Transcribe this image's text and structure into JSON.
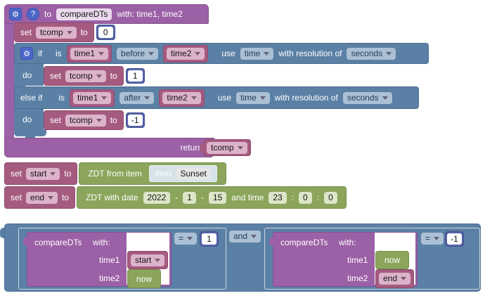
{
  "icons": {
    "gear": "⚙",
    "help": "?"
  },
  "colors": {
    "purple": "#9b60a5",
    "mauve": "#a55b80",
    "blue": "#5b80a5",
    "indigo": "#5563a8",
    "green": "#8ba55c",
    "field_steel": "#abc0d4"
  },
  "definition": {
    "to": "to",
    "name": "compareDTs",
    "params": "with: time1, time2",
    "init": {
      "set": "set",
      "var": "tcomp",
      "to": "to",
      "value": "0"
    },
    "if": {
      "if": "if",
      "cond1": {
        "is": "is",
        "a": "time1",
        "op": "before",
        "b": "time2",
        "use": "use",
        "unit": "time",
        "res": "with resolution of",
        "val": "seconds"
      },
      "do1": "do",
      "set1": {
        "set": "set",
        "var": "tcomp",
        "to": "to",
        "value": "1"
      },
      "elseif": "else if",
      "cond2": {
        "is": "is",
        "a": "time1",
        "op": "after",
        "b": "time2",
        "use": "use",
        "unit": "time",
        "res": "with resolution of",
        "val": "seconds"
      },
      "do2": "do",
      "set2": {
        "set": "set",
        "var": "tcomp",
        "to": "to",
        "value": "-1"
      }
    },
    "return": {
      "label": "return",
      "value": "tcomp"
    }
  },
  "set_start": {
    "set": "set",
    "var": "start",
    "to": "to",
    "fn": "ZDT from item",
    "item": {
      "label": "item",
      "name": "Sunset"
    }
  },
  "set_end": {
    "set": "set",
    "var": "end",
    "to": "to",
    "fn": "ZDT with date",
    "year": "2022",
    "sep1": "-",
    "month": "1",
    "sep2": "-",
    "day": "15",
    "and_time": "and time",
    "hour": "23",
    "c1": ":",
    "min": "0",
    "c2": ":",
    "sec": "0"
  },
  "condition": {
    "and": "and",
    "left": {
      "name": "compareDTs",
      "with": "with:",
      "p1": "time1",
      "v1": "start",
      "p2": "time2",
      "v2": "now",
      "op": "=",
      "value": "1"
    },
    "right": {
      "name": "compareDTs",
      "with": "with:",
      "p1": "time1",
      "v1": "now",
      "p2": "time2",
      "v2": "end",
      "op": "=",
      "value": "-1"
    }
  }
}
